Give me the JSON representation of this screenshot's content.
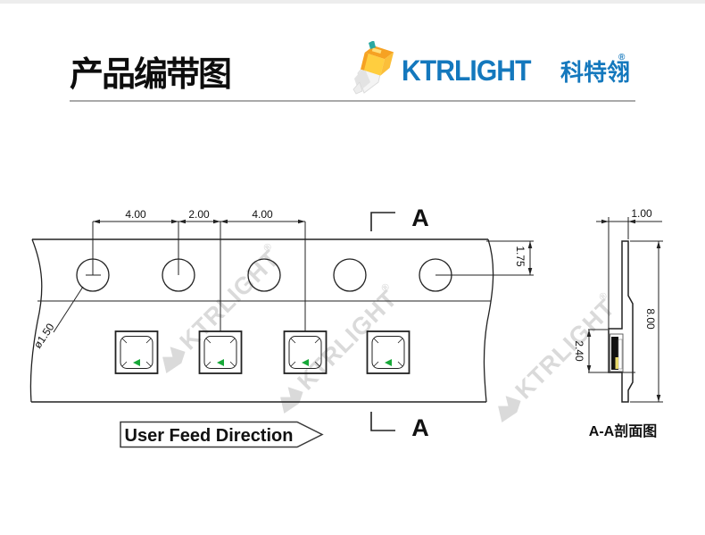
{
  "header": {
    "title": "产品编带图",
    "logo_text": "KTRLIGHT",
    "logo_text_cn": "科特翎",
    "registered": "®"
  },
  "tape_view": {
    "dims": {
      "hole_pitch": "4.00",
      "hole_to_pocket": "2.00",
      "pocket_pitch": "4.00",
      "edge_to_hole_center": "1.75",
      "hole_diameter": "ø1.50"
    },
    "section_marker": "A",
    "feed_label": "User Feed Direction"
  },
  "section_view": {
    "dims": {
      "total_thickness": "1.00",
      "tape_width": "8.00",
      "pocket_depth": "2.40"
    },
    "caption": "A-A剖面图"
  },
  "watermark": {
    "text": "KTRLIGHT",
    "registered": "®"
  },
  "colors": {
    "logo_blue": "#1478bd",
    "polarity_green": "#17a838",
    "line": "#222222",
    "watermark_gray": "#c2c2c2"
  }
}
